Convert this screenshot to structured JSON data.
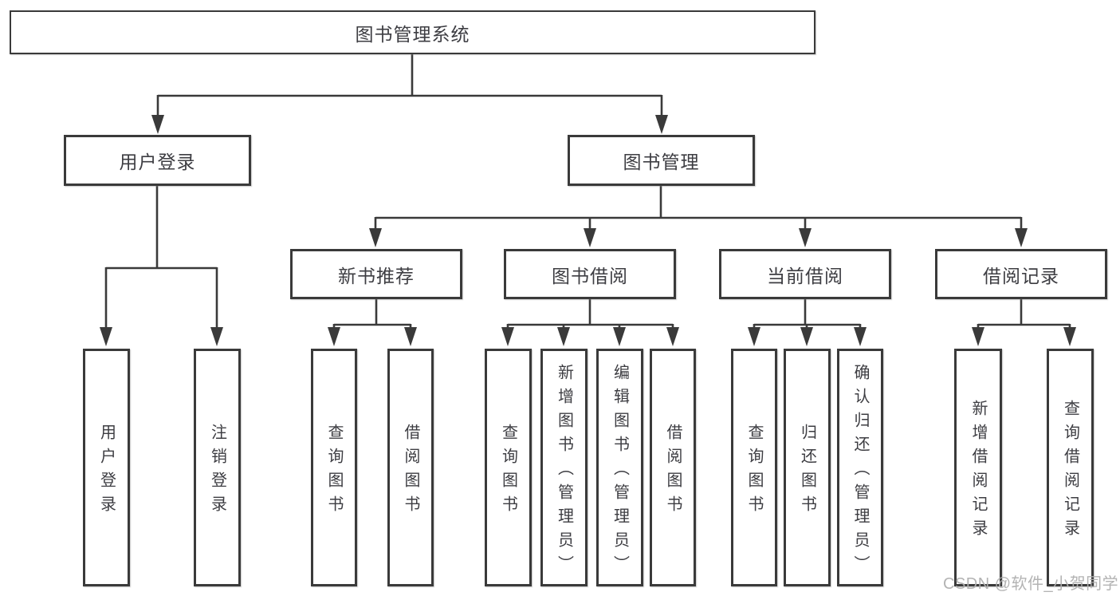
{
  "diagram": {
    "root": "图书管理系统",
    "level2": [
      "用户登录",
      "图书管理"
    ],
    "level3": [
      "新书推荐",
      "图书借阅",
      "当前借阅",
      "借阅记录"
    ],
    "leaves_login": [
      "用户登录",
      "注销登录"
    ],
    "leaves_newbook": [
      "查询图书",
      "借阅图书"
    ],
    "leaves_borrow": [
      "查询图书",
      "新增图书（管理员）",
      "编辑图书（管理员）",
      "借阅图书"
    ],
    "leaves_current": [
      "查询图书",
      "归还图书",
      "确认归还（管理员）"
    ],
    "leaves_records": [
      "新增借阅记录",
      "查询借阅记录"
    ],
    "colors": {
      "line": "#3a3a3a",
      "text": "#3d3d42",
      "box_background": "#ffffff",
      "watermark": "#afafaf"
    },
    "watermark": "CSDN @软件_小贺同学"
  }
}
